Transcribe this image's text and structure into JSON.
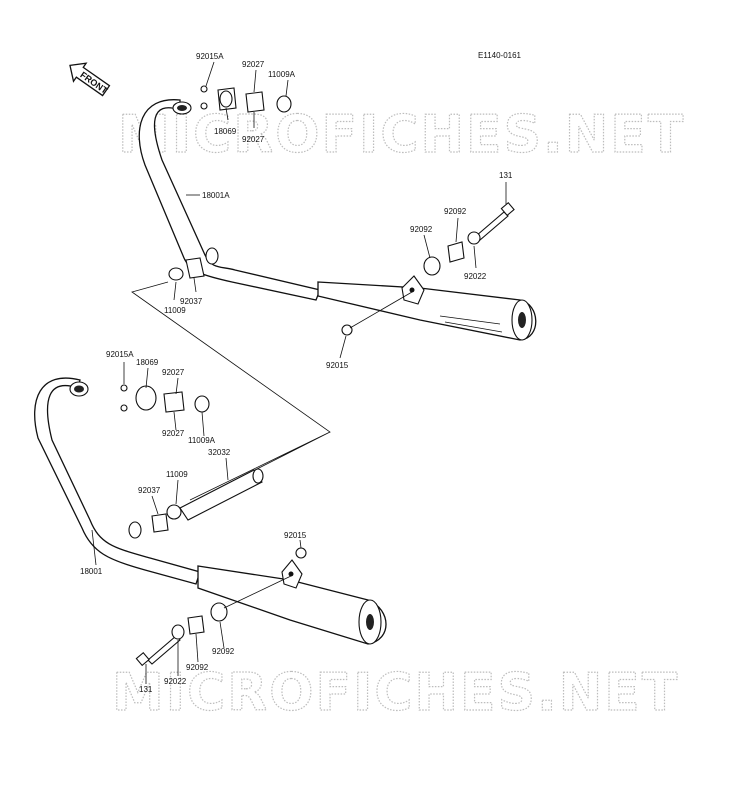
{
  "diagram": {
    "ref_code": "E1140-0161",
    "front_label": "FRONT",
    "watermark": "MICROFICHES.NET"
  },
  "labels": {
    "p92015A_top": "92015A",
    "p92027_top_a": "92027",
    "p11009A_top": "11009A",
    "p18069_top": "18069",
    "p92027_top_b": "92027",
    "p18001A": "18001A",
    "p131_top": "131",
    "p92092_top_a": "92092",
    "p92092_top_b": "92092",
    "p92022_top": "92022",
    "p92037_top": "92037",
    "p11009_top": "11009",
    "p92015_top": "92015",
    "p92015A_bot": "92015A",
    "p18069_bot": "18069",
    "p92027_bot_a": "92027",
    "p92027_bot_b": "92027",
    "p11009A_bot": "11009A",
    "p32032": "32032",
    "p11009_bot": "11009",
    "p92037_bot": "92037",
    "p18001": "18001",
    "p92015_bot": "92015",
    "p92092_bot_a": "92092",
    "p92092_bot_b": "92092",
    "p92022_bot": "92022",
    "p131_bot": "131"
  }
}
